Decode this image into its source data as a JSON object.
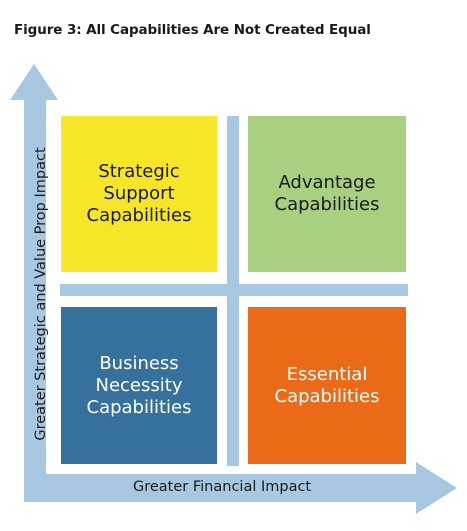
{
  "figure_title": "Figure 3: All Capabilities Are Not Created Equal",
  "y_axis_label": "Greater Strategic and Value Prop Impact",
  "x_axis_label": "Greater Financial Impact",
  "quadrants": {
    "top_left": {
      "label": "Strategic\nSupport\nCapabilities",
      "color": "#f7e627",
      "text_color": "#1a1a1a"
    },
    "top_right": {
      "label": "Advantage\nCapabilities",
      "color": "#a9cf80",
      "text_color": "#1a1a1a"
    },
    "bottom_left": {
      "label": "Business\nNecessity\nCapabilities",
      "color": "#36709c",
      "text_color": "#ffffff"
    },
    "bottom_right": {
      "label": "Essential\nCapabilities",
      "color": "#ea6a17",
      "text_color": "#ffffff"
    }
  },
  "colors": {
    "arrow": "#a7c8e0",
    "divider": "#a7c8e0"
  }
}
